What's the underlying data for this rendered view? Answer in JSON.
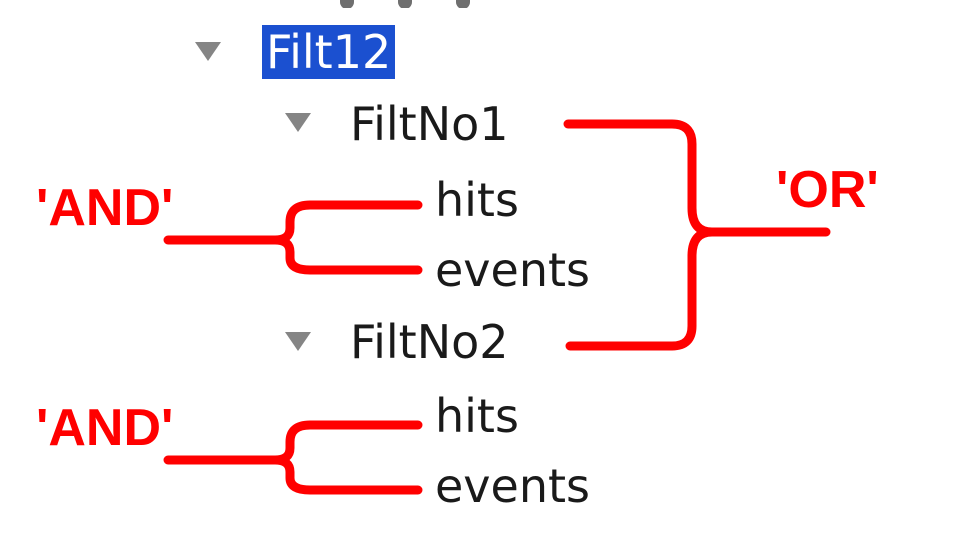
{
  "tree": {
    "root": {
      "label": "Filt12",
      "selected": true,
      "expanded": true
    },
    "groups": [
      {
        "label": "FiltNo1",
        "expanded": true,
        "children": [
          "hits",
          "events"
        ]
      },
      {
        "label": "FiltNo2",
        "expanded": true,
        "children": [
          "hits",
          "events"
        ]
      }
    ]
  },
  "annotations": {
    "and_1": "'AND'",
    "and_2": "'AND'",
    "or": "'OR'"
  },
  "colors": {
    "annotation": "#ff0000",
    "selection": "#1b50d0",
    "disclosure": "#858585"
  },
  "icons": {
    "disclosure": "triangle-down-icon",
    "bracket": "curly-brace-icon"
  }
}
